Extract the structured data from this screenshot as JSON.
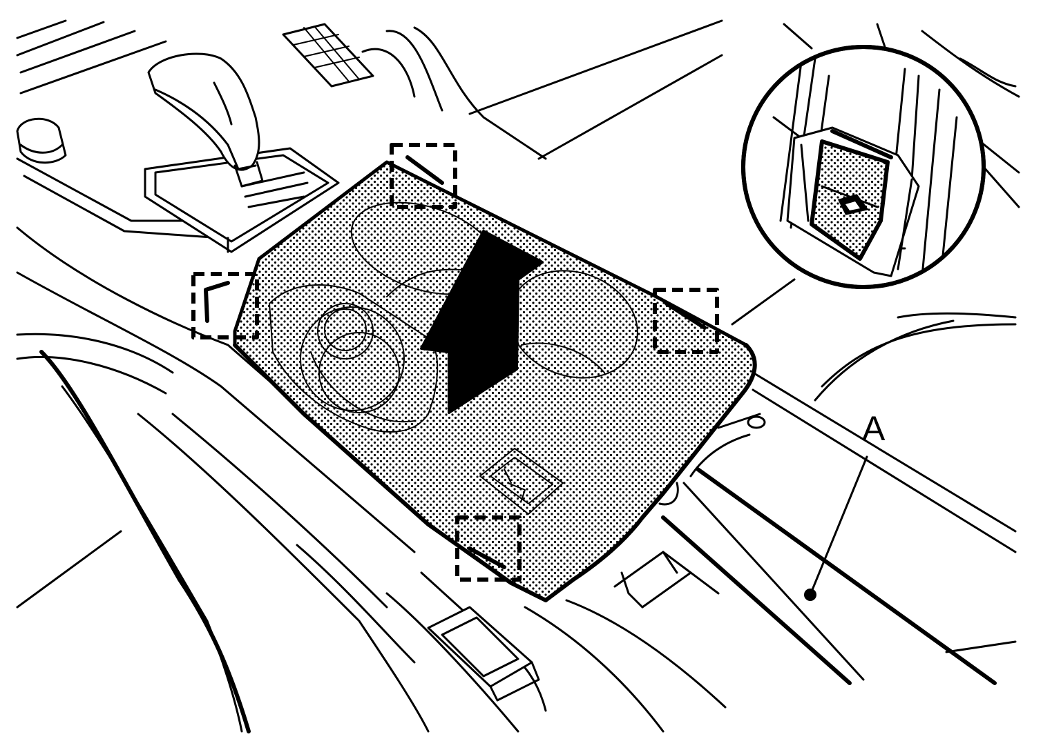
{
  "figure": {
    "callout_label": "A"
  },
  "colors": {
    "line": "#000000",
    "background": "#ffffff",
    "stipple_dot": "#000000"
  },
  "icons": {
    "removal_direction": "arrow-up-icon",
    "clip_location": "dashed-box-marker",
    "detail_view": "magnifier-circle-detail"
  }
}
